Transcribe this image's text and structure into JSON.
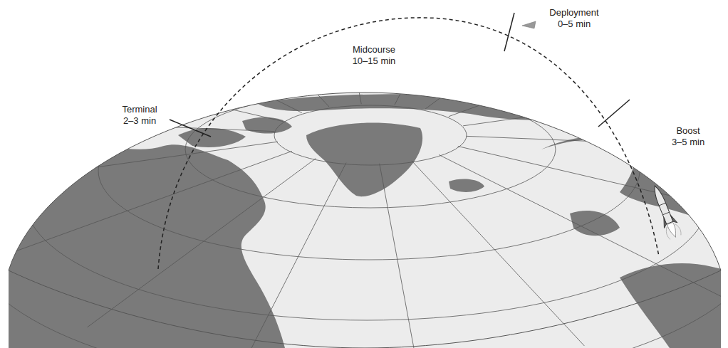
{
  "diagram": {
    "labels": [
      "Terminal",
      "2–3 min",
      "Midcourse",
      "10–15 min",
      "Deployment",
      "0–5 min",
      "Boost",
      "3–5 min"
    ]
  }
}
